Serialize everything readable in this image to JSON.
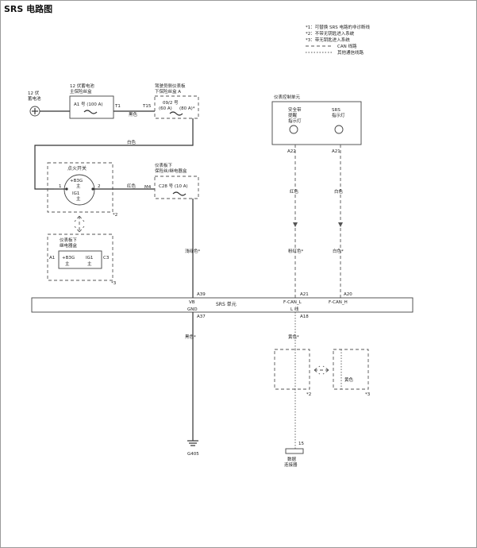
{
  "title": "SRS 电路图",
  "legend": {
    "note1": "*1：可替换 SRS 电路的非诊断线",
    "note2": "*2：不带无钥匙进入系统",
    "note3": "*3：带无钥匙进入系统",
    "can_label": "CAN 线路",
    "other_label": "其他通信线路"
  },
  "battery": {
    "label_1": "12 伏",
    "label_2": "蓄电池"
  },
  "fusebox_main": {
    "label_1": "12 伏蓄电池",
    "label_2": "主保险丝盒",
    "fuse": "A1 号 (100 A)",
    "terminal": "T1"
  },
  "fusebox_a": {
    "label_1": "驾驶员侧仪表板",
    "label_2": "下保险丝盒 A",
    "terminal": "T15",
    "fuse_1": "09/2 号",
    "fuse_2": "(60 A)",
    "fuse_3": "(80 A)*"
  },
  "fusebox_b": {
    "label_1": "仪表板下",
    "label_2": "保险丝/继电器盒",
    "terminal": "M4",
    "fuse": "C28 号 (10 A)"
  },
  "ignition": {
    "label": "点火开关",
    "pin_ig": "IG1",
    "pin_ig_sub": "主",
    "pin_b": "+B3G",
    "pin_b_sub": "主",
    "pin_1": "1",
    "pin_2": "2",
    "mark": "*2"
  },
  "relay_box": {
    "label_1": "仪表板下",
    "label_2": "继电器盒",
    "pin_a1": "A1",
    "pin_b": "+B3G",
    "pin_b_sub": "主",
    "pin_ig": "IG1",
    "pin_ig_sub": "主",
    "pin_c3": "C3",
    "mark": "*3"
  },
  "wire_colors": {
    "black": "黑色",
    "white": "白色",
    "red": "红色",
    "light_green": "浅绿色*",
    "pink": "粉红色*",
    "white_pink": "白色*",
    "black_pink": "黑色*",
    "yellow_pink": "黄色*",
    "yellow": "黄色"
  },
  "gauge": {
    "label": "仪表控制单元",
    "lamp_1_l1": "安全带",
    "lamp_1_l2": "提醒",
    "lamp_1_l3": "指示灯",
    "lamp_2_l1": "SRS",
    "lamp_2_l2": "指示灯",
    "pin_a22": "A22",
    "pin_a21": "A21"
  },
  "srs_unit": {
    "label": "SRS 单元",
    "pin_vb": "VB",
    "pin_gnd": "GND",
    "pin_a39": "A39",
    "pin_a37": "A37",
    "pin_fcanl": "F-CAN_L",
    "pin_fcanh": "F-CAN_H",
    "pin_a21": "A21",
    "pin_a20": "A20",
    "pin_lline": "L 线",
    "pin_a18": "A18"
  },
  "ground": {
    "label": "G405"
  },
  "dlc": {
    "pin": "15",
    "label_1": "数据",
    "label_2": "连接器"
  },
  "marks": {
    "m2": "*2",
    "m3": "*3"
  }
}
